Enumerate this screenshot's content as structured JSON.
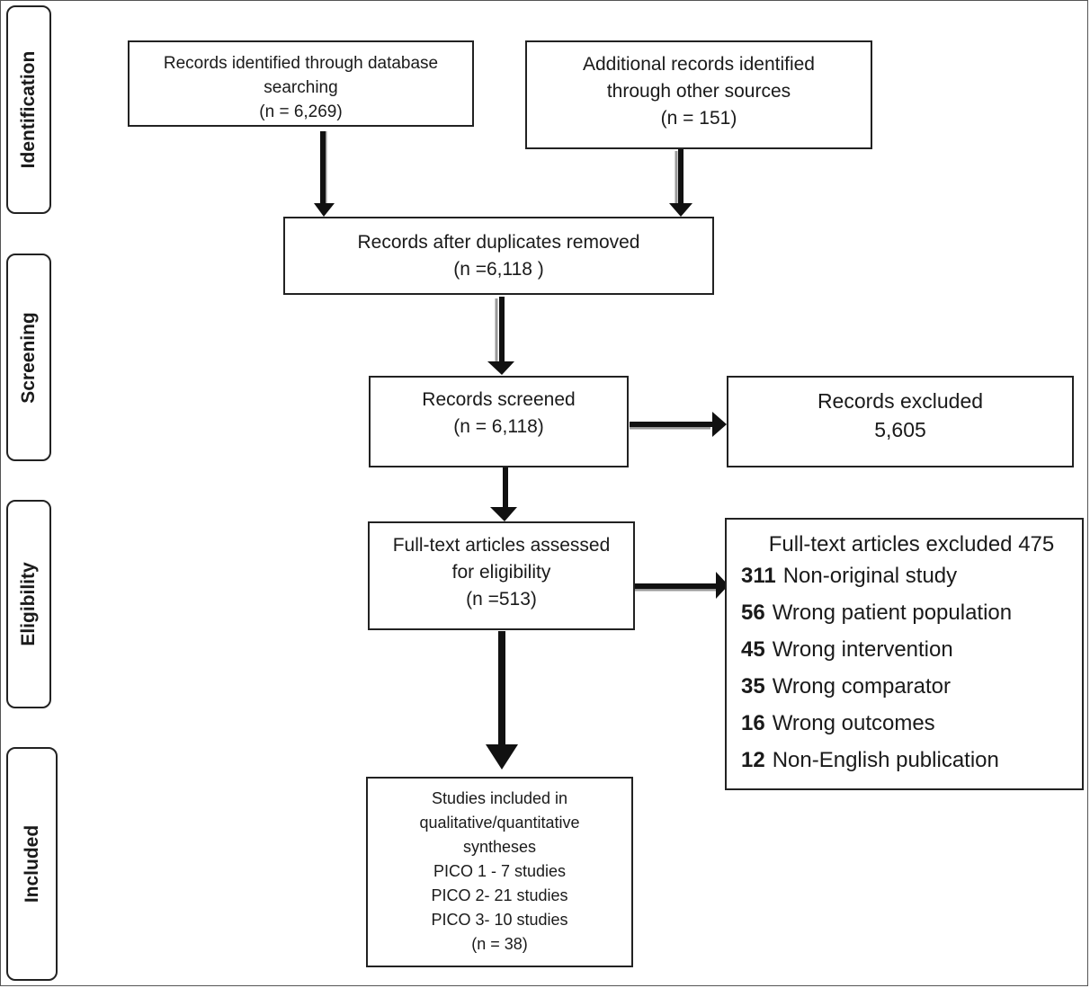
{
  "phases": {
    "identification": "Identification",
    "screening": "Screening",
    "eligibility": "Eligibility",
    "included": "Included"
  },
  "boxes": {
    "database": [
      "Records identified through database",
      "searching",
      "(n =  6,269)"
    ],
    "other_sources": [
      "Additional records identified",
      "through other sources",
      "(n = 151)"
    ],
    "duplicates_removed": [
      "Records after duplicates removed",
      "(n =6,118 )"
    ],
    "screened": [
      "Records screened",
      "(n = 6,118)"
    ],
    "excluded": [
      "Records excluded",
      "5,605"
    ],
    "fulltext": [
      "Full-text articles assessed",
      "for eligibility",
      "(n =513)"
    ],
    "fulltext_excluded": {
      "title": "Full-text articles excluded 475",
      "reasons": [
        {
          "count": "311",
          "label": "Non-original study"
        },
        {
          "count": "56",
          "label": "Wrong patient population"
        },
        {
          "count": "45",
          "label": "Wrong intervention"
        },
        {
          "count": "35",
          "label": "Wrong comparator"
        },
        {
          "count": "16",
          "label": "Wrong outcomes"
        },
        {
          "count": "12",
          "label": "Non-English publication"
        }
      ]
    },
    "included": [
      "Studies included in",
      "qualitative/quantitative",
      "syntheses",
      "PICO 1 - 7 studies",
      "PICO 2- 21 studies",
      "PICO 3- 10 studies",
      "(n = 38)"
    ]
  }
}
